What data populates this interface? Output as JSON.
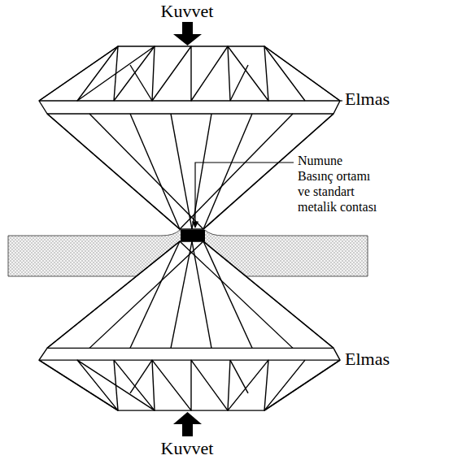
{
  "diagram": {
    "labels": [
      "Kuvvet",
      "Elmas",
      "Numune Basınç ortamı ve standart metalik contası",
      "Elmas",
      "Kuvvet"
    ]
  }
}
